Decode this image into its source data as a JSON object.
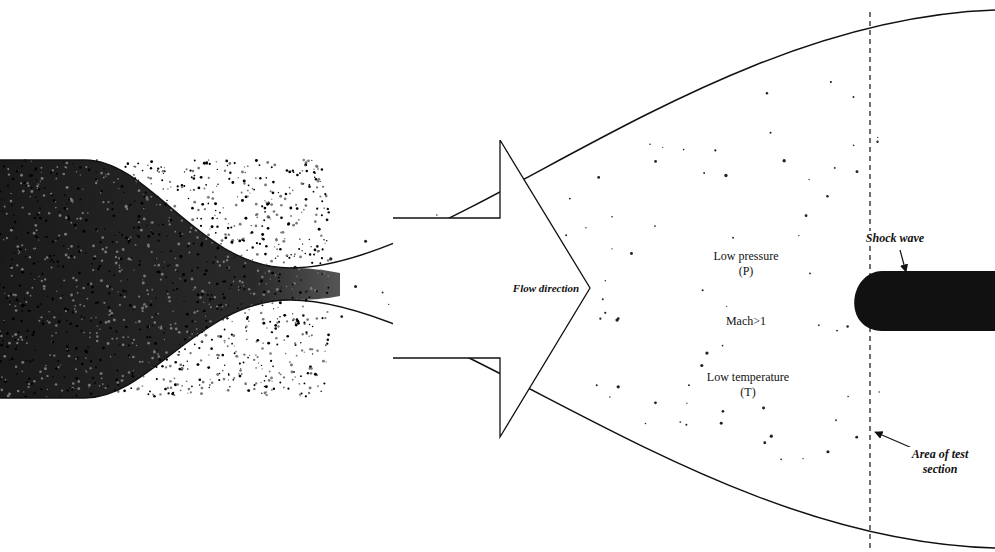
{
  "diagram": {
    "nodes": [
      {
        "text": [
          "Flow direction"
        ]
      }
    ],
    "labels": [
      "Low pressure (P)",
      "Mach>1",
      "Low temperature (T)",
      "Shock wave",
      "Area of test section"
    ]
  }
}
